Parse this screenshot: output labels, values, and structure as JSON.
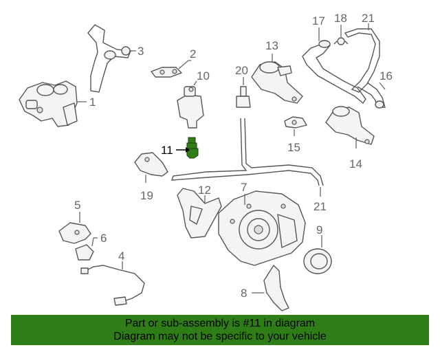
{
  "diagram": {
    "callouts": {
      "c1": "1",
      "c2": "2",
      "c3": "3",
      "c4": "4",
      "c5": "5",
      "c6": "6",
      "c7": "7",
      "c8": "8",
      "c9": "9",
      "c10": "10",
      "c11": "11",
      "c12": "12",
      "c13": "13",
      "c14": "14",
      "c15": "15",
      "c16": "16",
      "c17": "17",
      "c18": "18",
      "c19": "19",
      "c20": "20",
      "c21a": "21",
      "c21b": "21"
    },
    "highlight_color": "#2f7d16",
    "highlighted_part": "11"
  },
  "banner": {
    "line1": "Part or sub-assembly is #11 in diagram",
    "line2": "Diagram may not be specific to your vehicle",
    "background": "#2f7d16"
  }
}
